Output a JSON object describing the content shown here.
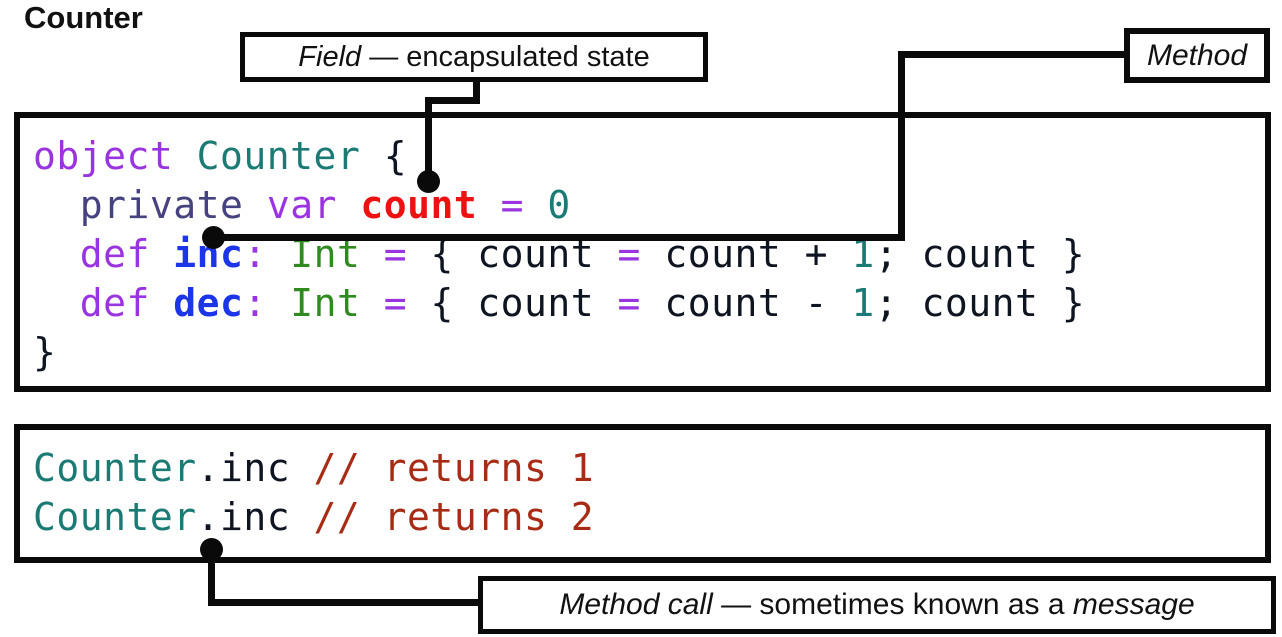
{
  "title": "Counter",
  "annotations": {
    "field": {
      "italic": "Field",
      "rest": " — encapsulated state"
    },
    "method": {
      "italic": "Method"
    },
    "method_call": {
      "italic": "Method call",
      "rest": " — sometimes known as a ",
      "italic2": "message"
    }
  },
  "colors": {
    "keyword": "#9a33e0",
    "modifier": "#46427f",
    "object_name": "#1b7a74",
    "field_name": "#ee1111",
    "method_name": "#1d35e8",
    "type_name": "#2f8b1f",
    "number": "#1b7a74",
    "plain": "#0e1420",
    "comment": "#a72b15",
    "connector": "#0a0a0a"
  },
  "code_box_1": {
    "lines": [
      [
        {
          "t": "object",
          "c": "kw"
        },
        {
          "t": " ",
          "c": "plain"
        },
        {
          "t": "Counter",
          "c": "obj"
        },
        {
          "t": " {",
          "c": "plain"
        }
      ],
      [
        {
          "t": "  ",
          "c": "plain"
        },
        {
          "t": "private",
          "c": "mod"
        },
        {
          "t": " ",
          "c": "plain"
        },
        {
          "t": "var",
          "c": "kw"
        },
        {
          "t": " ",
          "c": "plain"
        },
        {
          "t": "count",
          "c": "field"
        },
        {
          "t": " ",
          "c": "plain"
        },
        {
          "t": "=",
          "c": "kw"
        },
        {
          "t": " ",
          "c": "plain"
        },
        {
          "t": "0",
          "c": "num"
        }
      ],
      [
        {
          "t": "  ",
          "c": "plain"
        },
        {
          "t": "def",
          "c": "kw"
        },
        {
          "t": " ",
          "c": "plain"
        },
        {
          "t": "inc",
          "c": "method"
        },
        {
          "t": ":",
          "c": "kw"
        },
        {
          "t": " ",
          "c": "plain"
        },
        {
          "t": "Int",
          "c": "type"
        },
        {
          "t": " ",
          "c": "plain"
        },
        {
          "t": "=",
          "c": "kw"
        },
        {
          "t": " { count ",
          "c": "plain"
        },
        {
          "t": "=",
          "c": "kw"
        },
        {
          "t": " count + ",
          "c": "plain"
        },
        {
          "t": "1",
          "c": "num"
        },
        {
          "t": "; count }",
          "c": "plain"
        }
      ],
      [
        {
          "t": "  ",
          "c": "plain"
        },
        {
          "t": "def",
          "c": "kw"
        },
        {
          "t": " ",
          "c": "plain"
        },
        {
          "t": "dec",
          "c": "method"
        },
        {
          "t": ":",
          "c": "kw"
        },
        {
          "t": " ",
          "c": "plain"
        },
        {
          "t": "Int",
          "c": "type"
        },
        {
          "t": " ",
          "c": "plain"
        },
        {
          "t": "=",
          "c": "kw"
        },
        {
          "t": " { count ",
          "c": "plain"
        },
        {
          "t": "=",
          "c": "kw"
        },
        {
          "t": " count - ",
          "c": "plain"
        },
        {
          "t": "1",
          "c": "num"
        },
        {
          "t": "; count }",
          "c": "plain"
        }
      ],
      [
        {
          "t": "}",
          "c": "plain"
        }
      ]
    ]
  },
  "code_box_2": {
    "lines": [
      [
        {
          "t": "Counter",
          "c": "obj"
        },
        {
          "t": ".inc ",
          "c": "plain"
        },
        {
          "t": "// returns 1",
          "c": "comment"
        }
      ],
      [
        {
          "t": "Counter",
          "c": "obj"
        },
        {
          "t": ".inc ",
          "c": "plain"
        },
        {
          "t": "// returns 2",
          "c": "comment"
        }
      ]
    ]
  }
}
